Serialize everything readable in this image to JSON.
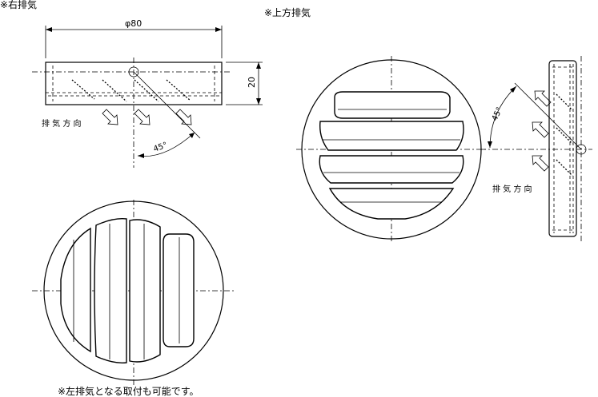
{
  "labels": {
    "right_exhaust": "※右排気",
    "top_exhaust": "※上方排気",
    "diameter": "φ80",
    "height": "20",
    "exhaust_direction_left": "排 気 方 向",
    "exhaust_direction_right": "排 気 方 向",
    "angle_left": "45°",
    "angle_right": "45°",
    "note": "※左排気となる取付も可能です。"
  }
}
